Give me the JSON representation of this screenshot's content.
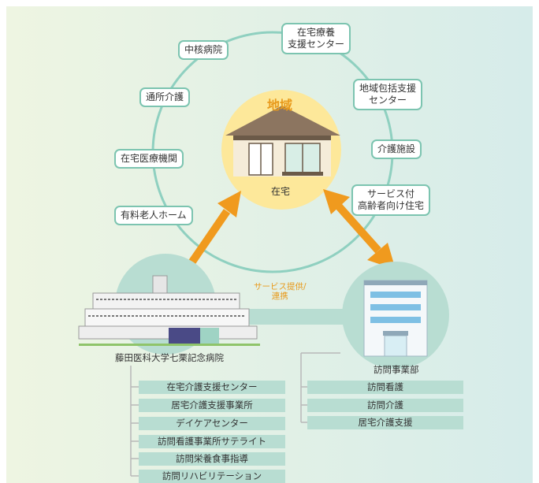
{
  "center": {
    "title": "地域",
    "home": "在宅"
  },
  "ring_labels": {
    "chukaku": "中核病院",
    "zaitaku_ryoyo": [
      "在宅療養",
      "支援センター"
    ],
    "tsusho": "通所介護",
    "chiiki_hokatsu": [
      "地域包括支援",
      "センター"
    ],
    "kaigo_shisetsu": "介護施設",
    "zaitaku_iryo": "在宅医療機関",
    "service_housing": [
      "サービス付",
      "高齢者向け住宅"
    ],
    "yuryo": "有料老人ホーム"
  },
  "link_label": [
    "サービス提供/",
    "連携"
  ],
  "hospital": {
    "name": "藤田医科大学七栗記念病院",
    "services": [
      "在宅介護支援センター",
      "居宅介護支援事業所",
      "デイケアセンター",
      "訪問看護事業所サテライト",
      "訪問栄養食事指導",
      "訪問リハビリテーション"
    ]
  },
  "office": {
    "name": "訪問事業部",
    "services": [
      "訪問看護",
      "訪問介護",
      "居宅介護支援"
    ]
  },
  "colors": {
    "ring": "#8fd0c0",
    "bar": "#b8ddd2",
    "arrow": "#f09a1e",
    "center": "#fde89a",
    "accent": "#e89a1c"
  }
}
